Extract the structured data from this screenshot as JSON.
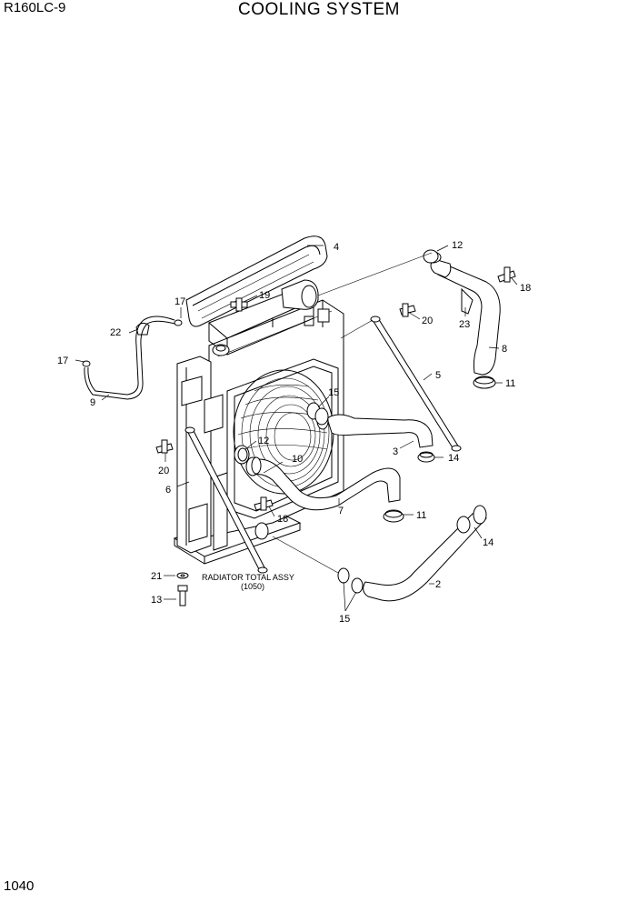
{
  "header": {
    "model": "R160LC-9",
    "title": "COOLING SYSTEM"
  },
  "footer": {
    "page_number": "1040"
  },
  "diagram": {
    "assembly_label": "RADIATOR TOTAL ASSY",
    "assembly_ref": "(1050)",
    "callouts": {
      "c4": "4",
      "c12a": "12",
      "c18a": "18",
      "c17a": "17",
      "c19": "19",
      "c20a": "20",
      "c22": "22",
      "c23": "23",
      "c8": "8",
      "c17b": "17",
      "c5": "5",
      "c11a": "11",
      "c9": "9",
      "c15a": "15",
      "c12b": "12",
      "c10": "10",
      "c3": "3",
      "c14a": "14",
      "c20b": "20",
      "c6": "6",
      "c7": "7",
      "c11b": "11",
      "c18b": "18",
      "c14b": "14",
      "c21": "21",
      "c2": "2",
      "c13": "13",
      "c15b": "15"
    }
  }
}
